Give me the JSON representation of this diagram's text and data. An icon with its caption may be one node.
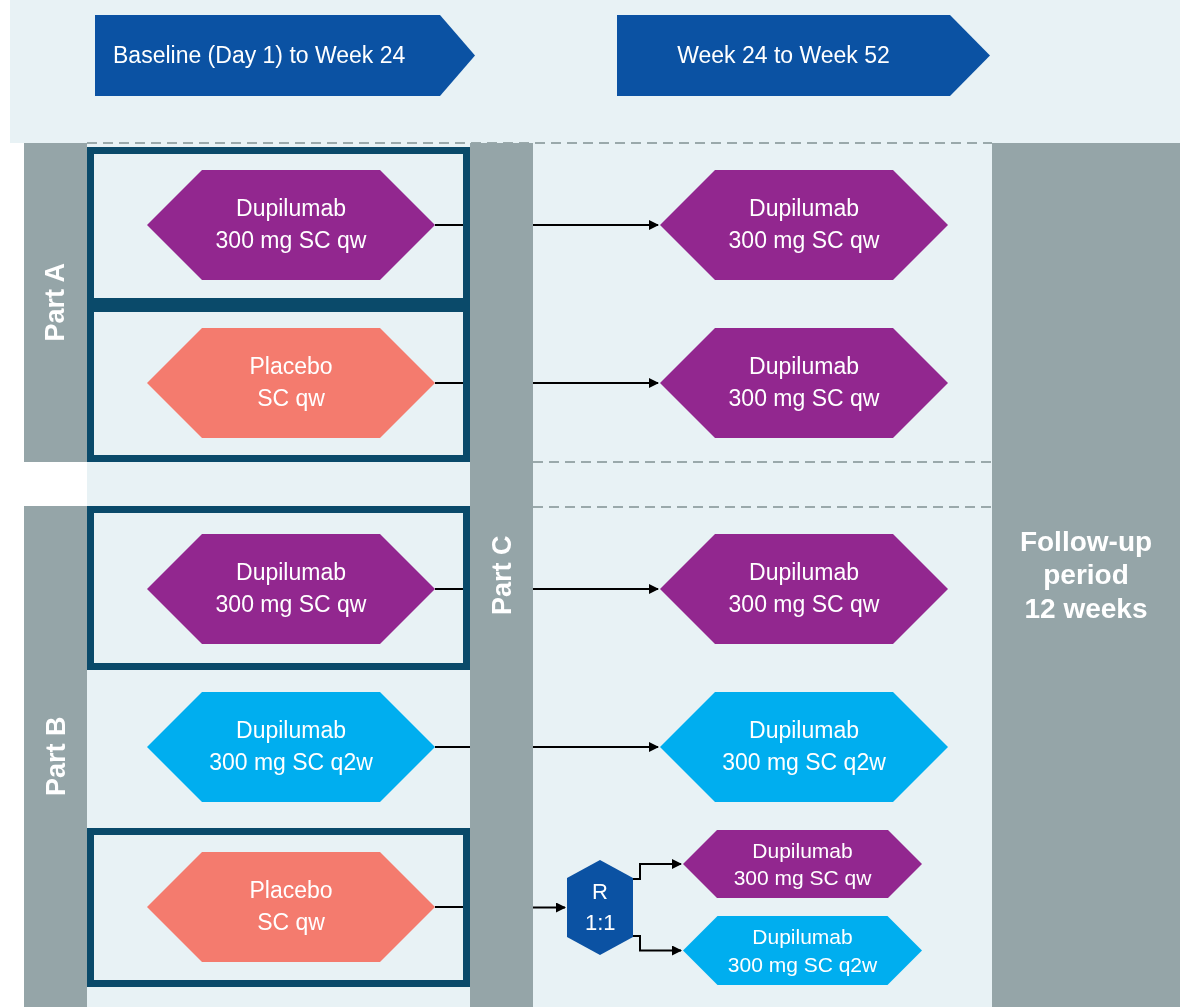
{
  "diagram": {
    "nodes": [
      {
        "text": [
          "Baseline (Day 1) to Week 24"
        ]
      },
      {
        "text": [
          "Week 24 to Week 52"
        ]
      },
      {
        "text": [
          "Part A"
        ]
      },
      {
        "text": [],
        "shape": "box"
      },
      {
        "text": [
          "Dupilumab 300 mg SC qw"
        ],
        "in": 3
      },
      {
        "text": [
          "Dupilumab 300 mg SC qw"
        ]
      },
      {
        "text": [],
        "shape": "box"
      },
      {
        "text": [
          "Placebo SC qw"
        ],
        "in": 6
      },
      {
        "text": [
          "Dupilumab 300 mg SC qw"
        ]
      },
      {
        "text": [
          "Part C"
        ]
      },
      {
        "text": [
          "Follow-up period 12 weeks"
        ]
      },
      {
        "text": [
          "Part B"
        ]
      },
      {
        "text": [],
        "shape": "box"
      },
      {
        "text": [
          "Dupilumab 300 mg SC qw"
        ],
        "in": 12
      },
      {
        "text": [
          "Dupilumab 300 mg SC qw"
        ]
      },
      {
        "text": [
          "Dupilumab 300 mg SC q2w"
        ]
      },
      {
        "text": [
          "Dupilumab 300 mg SC q2w"
        ]
      },
      {
        "text": [],
        "shape": "box"
      },
      {
        "text": [
          "Placebo SC qw"
        ],
        "in": 17
      },
      {
        "text": [
          "R 1:1"
        ]
      },
      {
        "text": [
          "Dupilumab 300 mg SC qw"
        ]
      },
      {
        "text": [
          "Dupilumab 300 mg SC q2w"
        ]
      }
    ],
    "edges": [
      {
        "from": 4,
        "to": 9,
        "arrow": "none"
      },
      {
        "from": 9,
        "to": 5,
        "arrow": "to"
      },
      {
        "from": 7,
        "to": 9,
        "arrow": "none"
      },
      {
        "from": 9,
        "to": 8,
        "arrow": "to"
      },
      {
        "from": 13,
        "to": 9,
        "arrow": "none"
      },
      {
        "from": 9,
        "to": 14,
        "arrow": "to"
      },
      {
        "from": 15,
        "to": 9,
        "arrow": "none"
      },
      {
        "from": 9,
        "to": 16,
        "arrow": "to"
      },
      {
        "from": 18,
        "to": 9,
        "arrow": "none"
      },
      {
        "from": 9,
        "to": 19,
        "arrow": "to"
      },
      {
        "from": 19,
        "to": 20,
        "arrow": "to"
      },
      {
        "from": 19,
        "to": 21,
        "arrow": "to"
      }
    ]
  }
}
